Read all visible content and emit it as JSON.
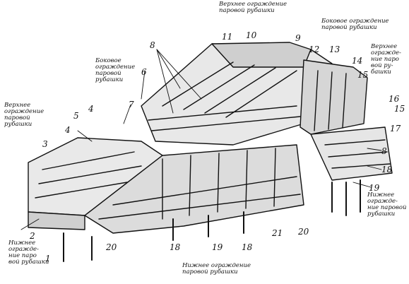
{
  "labels": {
    "top_center": "Верхнее ограждение\nпаровой рубашки",
    "side_top_right": "Боковое ограждение\nпаровой рубашки",
    "right_top": "Верхнее\nогражде-\nние паро\nвой ру-\nбашки",
    "side_left_center": "Боковое\nограждение\nпаровой\nрубашки",
    "left_top": "Верхнее\nограждение\nпаровой\nрубашки",
    "left_bottom": "Нижнее\nогражде-\nние паро\nвой рубашки",
    "right_bottom": "Нижнее\nогражде-\nние паровой\nрубашки",
    "bottom_center": "Нижнее ограждение\nпаровой рубашки"
  },
  "numbers": {
    "n1": "1",
    "n2": "2",
    "n3": "3",
    "n4": "4",
    "n4b": "4",
    "n5": "5",
    "n6": "6",
    "n7": "7",
    "n8a": "8",
    "n8b": "8",
    "n9": "9",
    "n10": "10",
    "n11": "11",
    "n12": "12",
    "n13": "13",
    "n14": "14",
    "n15a": "15",
    "n15b": "15",
    "n16": "16",
    "n17": "17",
    "n18a": "18",
    "n18b": "18",
    "n18c": "18",
    "n19a": "19",
    "n19b": "19",
    "n20a": "20",
    "n20b": "20",
    "n21": "21"
  }
}
